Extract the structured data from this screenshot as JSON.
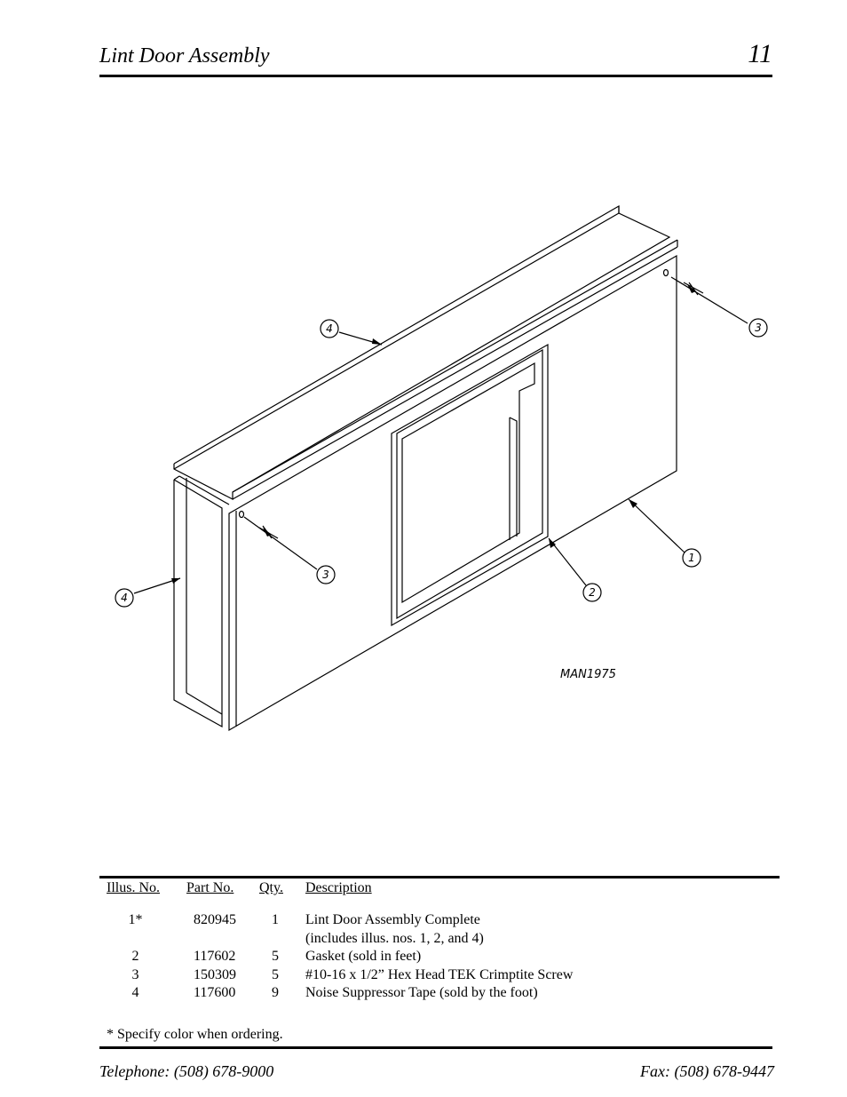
{
  "header": {
    "title": "Lint Door Assembly",
    "page_number": "11"
  },
  "drawing": {
    "callouts": [
      "1",
      "2",
      "3",
      "3",
      "4",
      "4"
    ],
    "drawing_id": "MAN1975"
  },
  "table": {
    "headers": {
      "illus": "Illus. No.",
      "part": "Part  No.",
      "qty": "Qty.",
      "desc": "Description"
    },
    "rows": [
      {
        "illus": "1*",
        "part": "820945",
        "qty": "1",
        "desc": "Lint Door Assembly Complete"
      },
      {
        "illus": "",
        "part": "",
        "qty": "",
        "desc": "(includes illus. nos. 1, 2, and 4)"
      },
      {
        "illus": "2",
        "part": "117602",
        "qty": "5",
        "desc": "Gasket (sold in feet)"
      },
      {
        "illus": "3",
        "part": "150309",
        "qty": "5",
        "desc": "#10-16 x 1/2” Hex Head TEK Crimptite Screw"
      },
      {
        "illus": "4",
        "part": "117600",
        "qty": "9",
        "desc": "Noise Suppressor Tape (sold by the foot)"
      }
    ],
    "footnote": "*  Specify color when ordering."
  },
  "footer": {
    "telephone": "Telephone: (508) 678-9000",
    "fax": "Fax: (508) 678-9447"
  }
}
